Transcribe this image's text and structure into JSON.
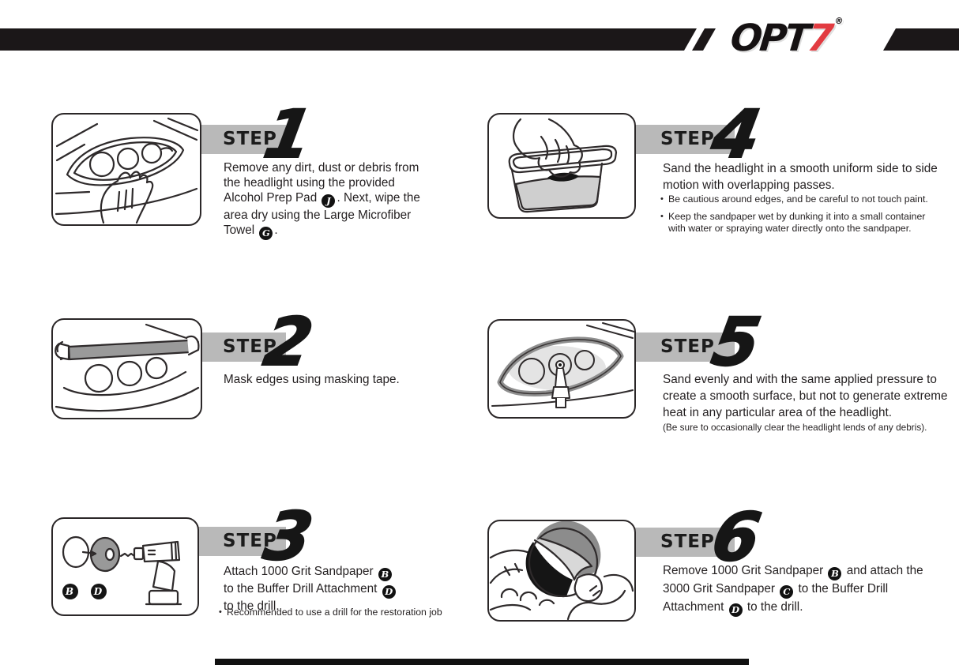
{
  "header": {
    "brand_black": "OPT",
    "brand_red": "7",
    "registered": "®"
  },
  "step_label": "STEP",
  "colors": {
    "top_bar": "#1b1718",
    "accent_red": "#e23b41",
    "step_banner_gray": "#b9b9b9",
    "step_number": "#161616",
    "body_text": "#231f20",
    "tape_gray": "#9a9a9a",
    "water_gray": "#cfcfcf",
    "footer_bar": "#111111"
  },
  "steps": [
    {
      "number": "1",
      "segments": [
        {
          "text": "Remove any dirt, dust or debris from the headlight using the provided Alcohol Prep Pad "
        },
        {
          "badge": "J"
        },
        {
          "text": ". Next, wipe the area dry using the Large Microfiber Towel "
        },
        {
          "badge": "G"
        },
        {
          "text": "."
        }
      ]
    },
    {
      "number": "2",
      "segments": [
        {
          "text": "Mask edges using masking tape."
        }
      ]
    },
    {
      "number": "3",
      "segments": [
        {
          "text": "Attach 1000 Grit Sandpaper "
        },
        {
          "badge": "B"
        },
        {
          "text": "to the Buffer Drill Attachment "
        },
        {
          "badge": "D"
        },
        {
          "text": "to the drill."
        }
      ],
      "bullets": [
        "Recommended to use a drill for the restoration job"
      ],
      "illus_labels": [
        "B",
        "D"
      ]
    },
    {
      "number": "4",
      "segments": [
        {
          "text": "Sand the headlight in a smooth uniform side to side motion with overlapping passes."
        }
      ],
      "bullets": [
        "Be cautious around edges, and be careful to not touch paint.",
        "Keep the sandpaper wet by dunking it into a small container with water or spraying water directly onto the sandpaper."
      ]
    },
    {
      "number": "5",
      "segments": [
        {
          "text": "Sand evenly and with the same applied pressure to create a smooth surface, but not to generate extreme heat in any particular area of the headlight."
        }
      ],
      "note": "(Be sure to occasionally clear the headlight lends of any debris)."
    },
    {
      "number": "6",
      "segments": [
        {
          "text": "Remove 1000 Grit Sandpaper "
        },
        {
          "badge": "B"
        },
        {
          "text": " and attach the 3000 Grit Sandpaper "
        },
        {
          "badge": "C"
        },
        {
          "text": " to the Buffer Drill Attachment "
        },
        {
          "badge": "D"
        },
        {
          "text": " to the drill."
        }
      ]
    }
  ]
}
